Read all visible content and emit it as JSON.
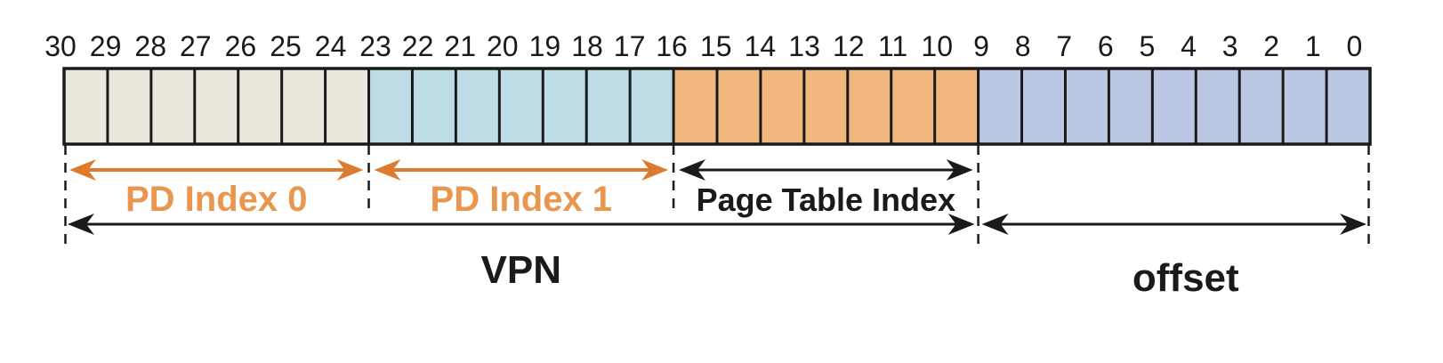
{
  "diagram": {
    "title": "two-level page table virtual address bit layout",
    "colors": {
      "background": "#ffffff",
      "outline": "#1a1a1a",
      "orange_arrow": "#dc7b2f",
      "orange_label": "#e9964f",
      "black_label": "#1a1a1a"
    },
    "sections": [
      {
        "name": "pd-index-0",
        "bits": [
          "30",
          "29",
          "28",
          "27",
          "26",
          "25",
          "24"
        ],
        "cell_count": 7,
        "fill": "#eae7dc",
        "field_label": "PD Index 0",
        "label_style": "orange"
      },
      {
        "name": "pd-index-1",
        "bits": [
          "23",
          "22",
          "21",
          "20",
          "19",
          "18",
          "17"
        ],
        "cell_count": 7,
        "fill": "#bedce6",
        "field_label": "PD Index 1",
        "label_style": "orange"
      },
      {
        "name": "page-table-index",
        "bits": [
          "16",
          "15",
          "14",
          "13",
          "12",
          "11",
          "10"
        ],
        "cell_count": 7,
        "fill": "#f0b87e",
        "field_label": "Page Table Index",
        "label_style": "black"
      },
      {
        "name": "offset-bits",
        "bits": [
          "9",
          "8",
          "7",
          "6",
          "5",
          "4",
          "3",
          "2",
          "1",
          "0"
        ],
        "cell_count": 9,
        "fill": "#bcc8e3",
        "field_label": "",
        "label_style": "none"
      }
    ],
    "spans": [
      {
        "name": "vpn",
        "label": "VPN",
        "from_section": 0,
        "to_section": 2
      },
      {
        "name": "offset",
        "label": "offset",
        "from_section": 3,
        "to_section": 3
      }
    ]
  }
}
